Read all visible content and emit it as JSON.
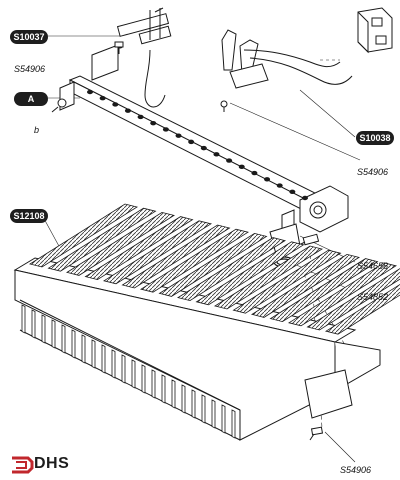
{
  "labels": {
    "tag_s10037": "S10037",
    "tag_a": "A",
    "tag_s10038": "S10038",
    "tag_s12108": "S12108",
    "ref_s54906_top": "S54906",
    "ref_b": "b",
    "ref_s54906_right": "S54906",
    "ref_s54656": "S54656",
    "ref_s54852": "S54852",
    "ref_s54906_bottom": "S54906"
  },
  "logo": {
    "text": "DHS",
    "accent_color": "#c1272d"
  },
  "colors": {
    "line": "#1a1a1a",
    "tag_bg": "#1e1e1e"
  }
}
